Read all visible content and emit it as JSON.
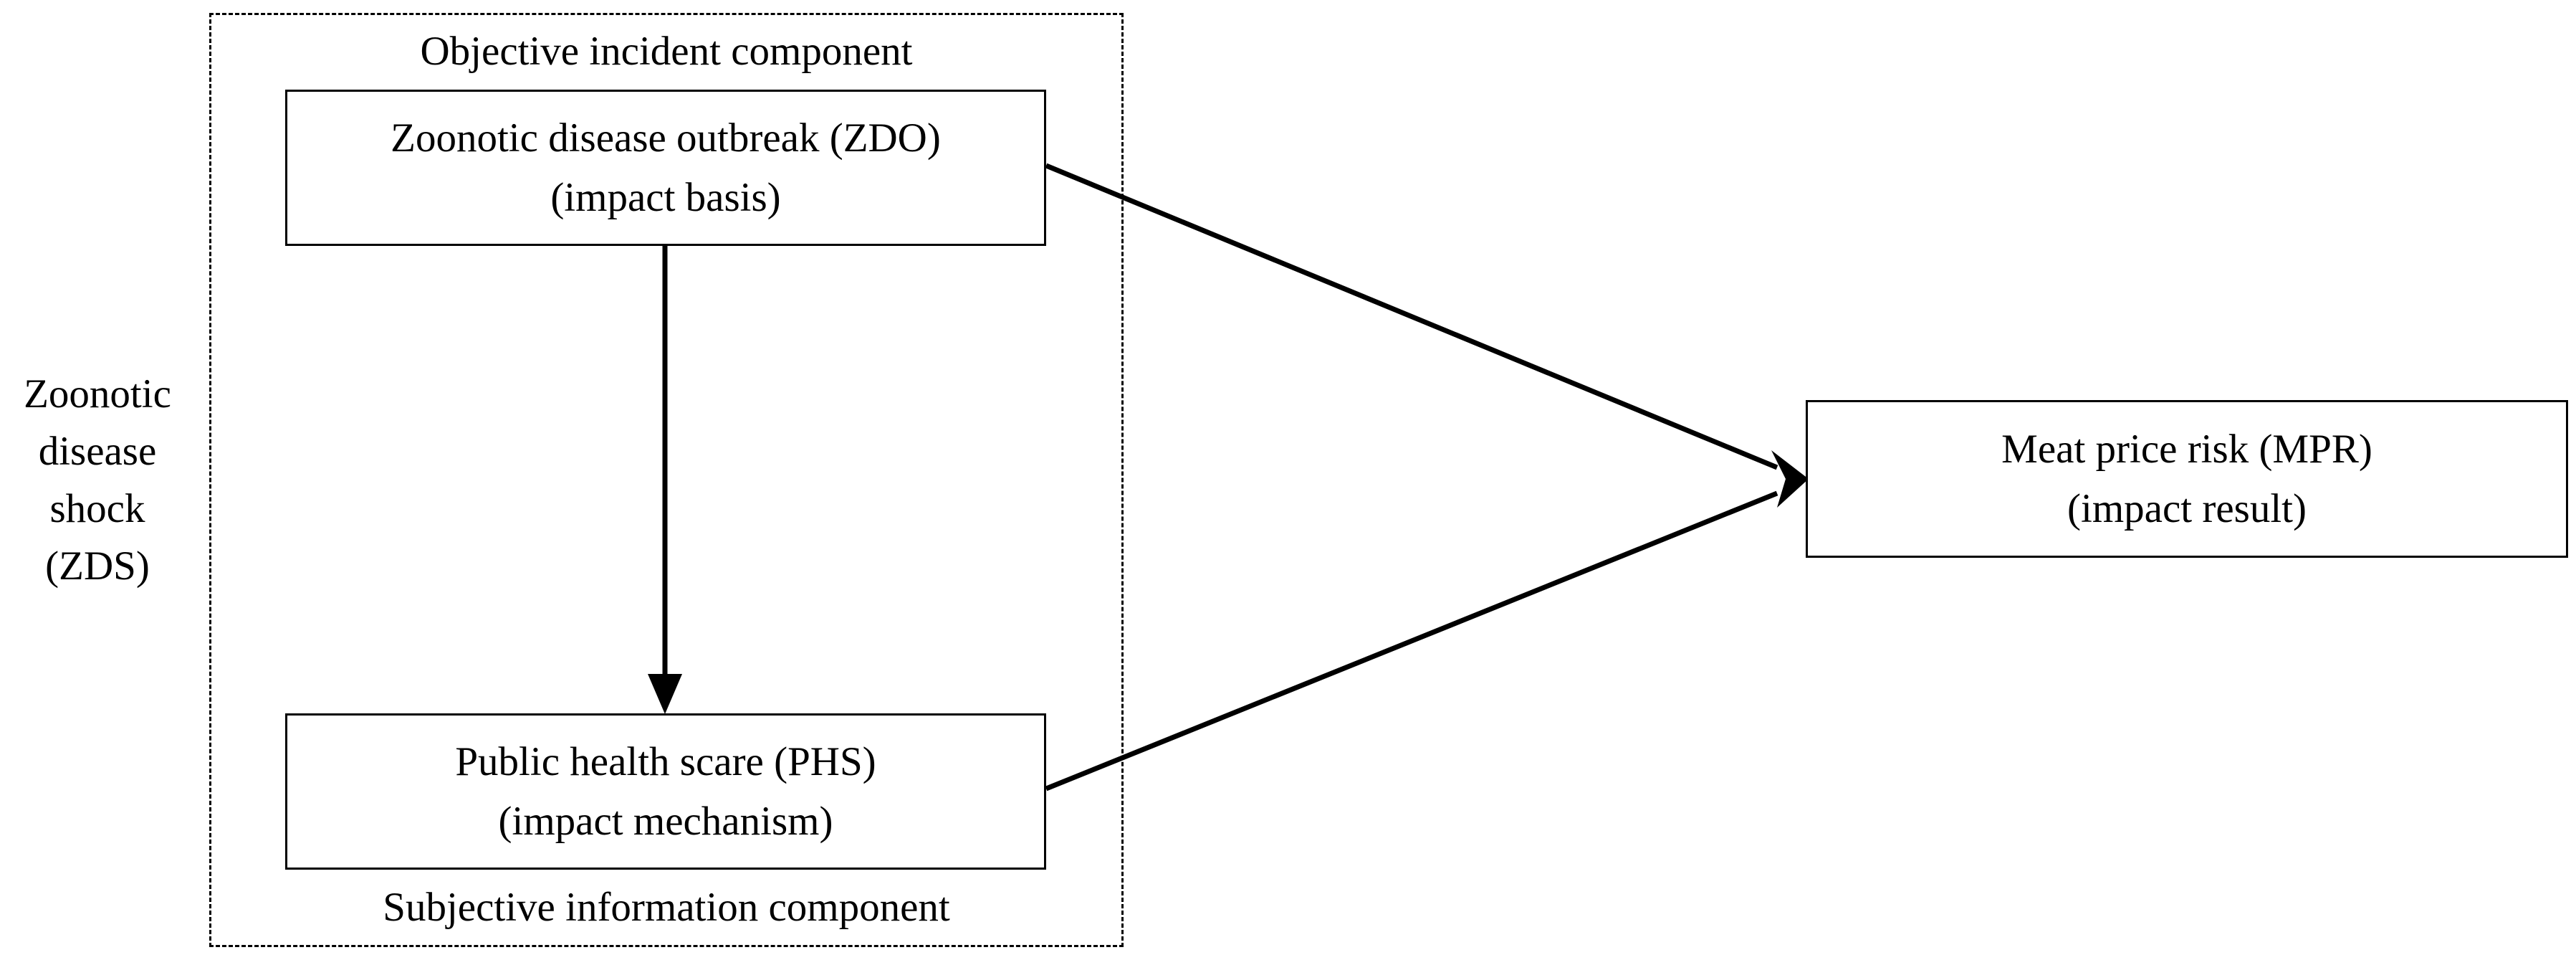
{
  "group": {
    "top_label": "Objective incident component",
    "bottom_label": "Subjective information component"
  },
  "side_label": {
    "lines": [
      "Zoonotic",
      "disease",
      "shock",
      "(ZDS)"
    ]
  },
  "nodes": {
    "zdo": {
      "title": "Zoonotic disease outbreak (ZDO)",
      "subtitle": "(impact basis)"
    },
    "phs": {
      "title": "Public health scare (PHS)",
      "subtitle": "(impact mechanism)"
    },
    "mpr": {
      "title": "Meat price risk (MPR)",
      "subtitle": "(impact result)"
    }
  },
  "edges": [
    {
      "from": "zdo",
      "to": "phs"
    },
    {
      "from": "zdo",
      "to": "mpr"
    },
    {
      "from": "phs",
      "to": "mpr"
    }
  ]
}
